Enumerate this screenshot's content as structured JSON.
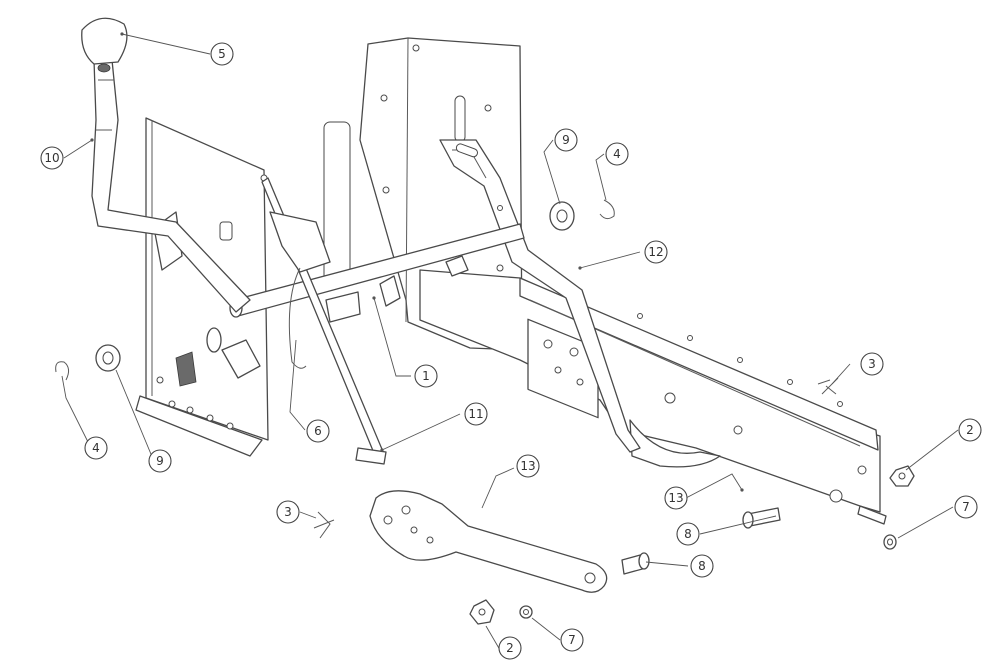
{
  "callouts": [
    {
      "id": "c5",
      "label": "5"
    },
    {
      "id": "c10",
      "label": "10"
    },
    {
      "id": "c9a",
      "label": "9"
    },
    {
      "id": "c4a",
      "label": "4"
    },
    {
      "id": "c12",
      "label": "12"
    },
    {
      "id": "c3a",
      "label": "3"
    },
    {
      "id": "c1",
      "label": "1"
    },
    {
      "id": "c4b",
      "label": "4"
    },
    {
      "id": "c9b",
      "label": "9"
    },
    {
      "id": "c6",
      "label": "6"
    },
    {
      "id": "c11",
      "label": "11"
    },
    {
      "id": "c2a",
      "label": "2"
    },
    {
      "id": "c13a",
      "label": "13"
    },
    {
      "id": "c7a",
      "label": "7"
    },
    {
      "id": "c8a",
      "label": "8"
    },
    {
      "id": "c13b",
      "label": "13"
    },
    {
      "id": "c3b",
      "label": "3"
    },
    {
      "id": "c8b",
      "label": "8"
    },
    {
      "id": "c7b",
      "label": "7"
    },
    {
      "id": "c2b",
      "label": "2"
    }
  ]
}
